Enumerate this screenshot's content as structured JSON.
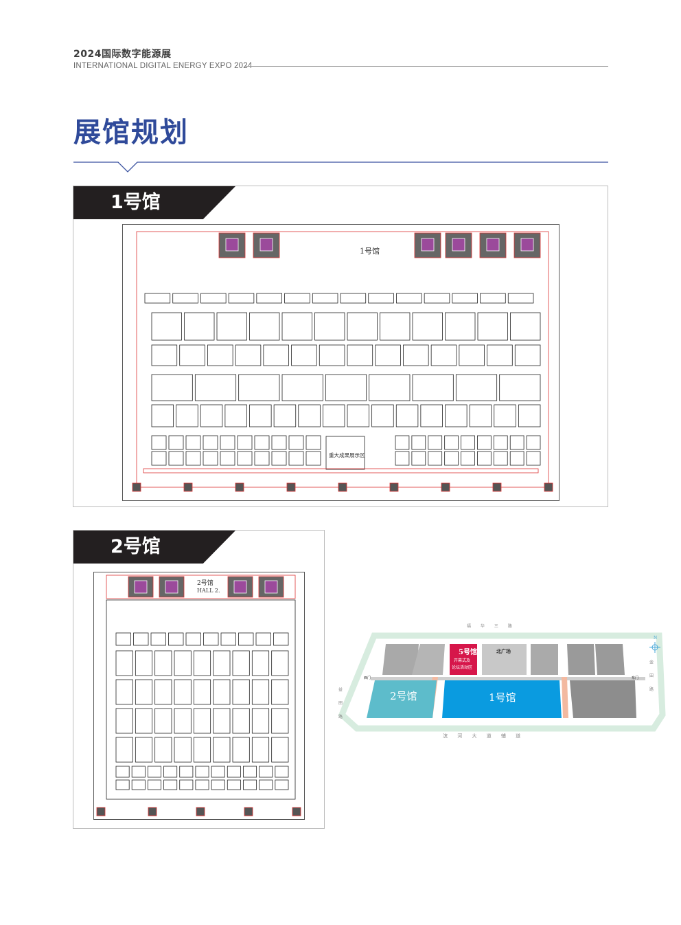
{
  "header": {
    "brand": "2024国际数字能源展",
    "subtitle": "INTERNATIONAL DIGITAL ENERGY EXPO 2024"
  },
  "page_title": "展馆规划",
  "hall1": {
    "tag": "1号馆",
    "plan_label": "1号馆",
    "zone_label": "重大成果展示区"
  },
  "hall2": {
    "tag": "2号馆",
    "plan_label": "2号馆",
    "plan_label_en": "HALL 2."
  },
  "site_map": {
    "roads": {
      "north": "福 华 三 路",
      "south": "滨 河 大 道 辅 道",
      "west": "益 田 路",
      "east": "金 田 路"
    },
    "hall5": "5号馆",
    "hall5_sub1": "开幕式及",
    "hall5_sub2": "论坛活动区",
    "north_plaza": "北广场",
    "hall1": "1号馆",
    "hall2": "2号馆",
    "west_gate": "西门",
    "east_gate": "东门",
    "north_mark": "N",
    "colors": {
      "hall1": "#0a9be0",
      "hall2": "#5dbccb",
      "hall5": "#d6164a",
      "grey": "#9a9a9a",
      "road": "#d7ecdf"
    }
  }
}
